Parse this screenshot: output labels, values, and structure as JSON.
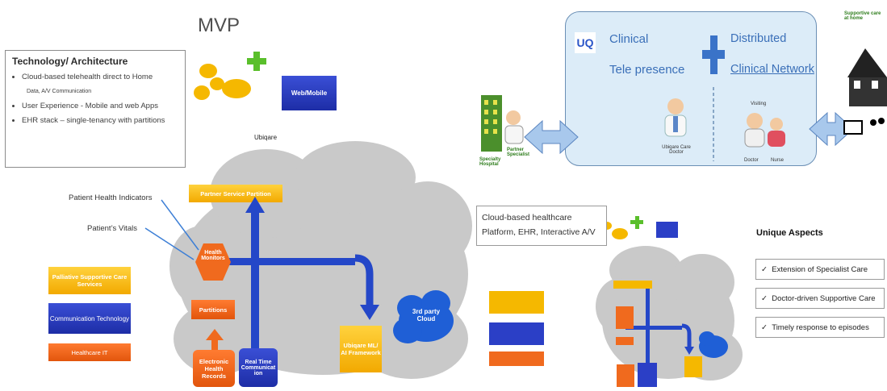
{
  "left": {
    "title": "MVP",
    "tech_box": {
      "heading": "Technology/ Architecture",
      "items": [
        "Cloud-based telehealth direct to Home",
        "Data, A/V Communication",
        "User Experience - Mobile and web Apps",
        "EHR stack – single-tenancy with partitions"
      ]
    },
    "web_mobile": "Web/Mobile",
    "ubiqare": "Ubiqare",
    "partner_partition": "Partner Service Partition",
    "patient_health_indicators": "Patient Health Indicators",
    "patient_vitals": "Patient’s Vitals",
    "health_monitors": "Health Monitors",
    "partitions": "Partitions",
    "ehr": "Electronic Health Records",
    "rtc": "Real Time Communicat ion",
    "ml_engine": "Ubiqare ML/ AI Framework",
    "third_party": "3rd party Cloud",
    "legend": {
      "yellow": "Palliative Supportive Care Services",
      "blue": "Communication Technology",
      "orange": "Healthcare IT"
    }
  },
  "right": {
    "logo_text": "UQ",
    "clinical": "Clinical",
    "telepresence": "Tele presence",
    "distributed": "Distributed",
    "clinical_network": "Clinical Network",
    "doctor_label": "Ubiqare Care Doctor",
    "visiting": "Visiting",
    "doctor": "Doctor",
    "nurse": "Nurse",
    "hospital": "Specialty Hospital",
    "specialist": "Partner Specialist",
    "home_caption": "Supportive care at home",
    "platform_text": "Cloud-based healthcare Platform, EHR, Interactive A/V",
    "unique_heading": "Unique Aspects",
    "unique_items": [
      "Extension of Specialist Care",
      "Doctor-driven Supportive Care",
      "Timely response to episodes"
    ]
  },
  "colors": {
    "blue": "#2b3fc6",
    "yellow": "#f5b800",
    "orange": "#f06a1e",
    "green": "#5abf2b",
    "cloud": "#c8c8c8",
    "panel": "#dcecf8"
  }
}
